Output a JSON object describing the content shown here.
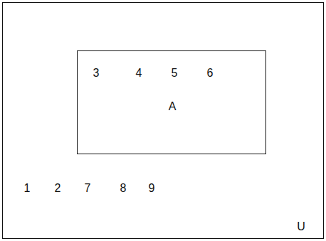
{
  "diagram": {
    "nodes": [
      {
        "text": [
          "1",
          "2",
          "7",
          "8",
          "9",
          "U"
        ]
      },
      {
        "text": [
          "3",
          "4",
          "5",
          "6",
          "A"
        ],
        "in": 0
      }
    ]
  }
}
